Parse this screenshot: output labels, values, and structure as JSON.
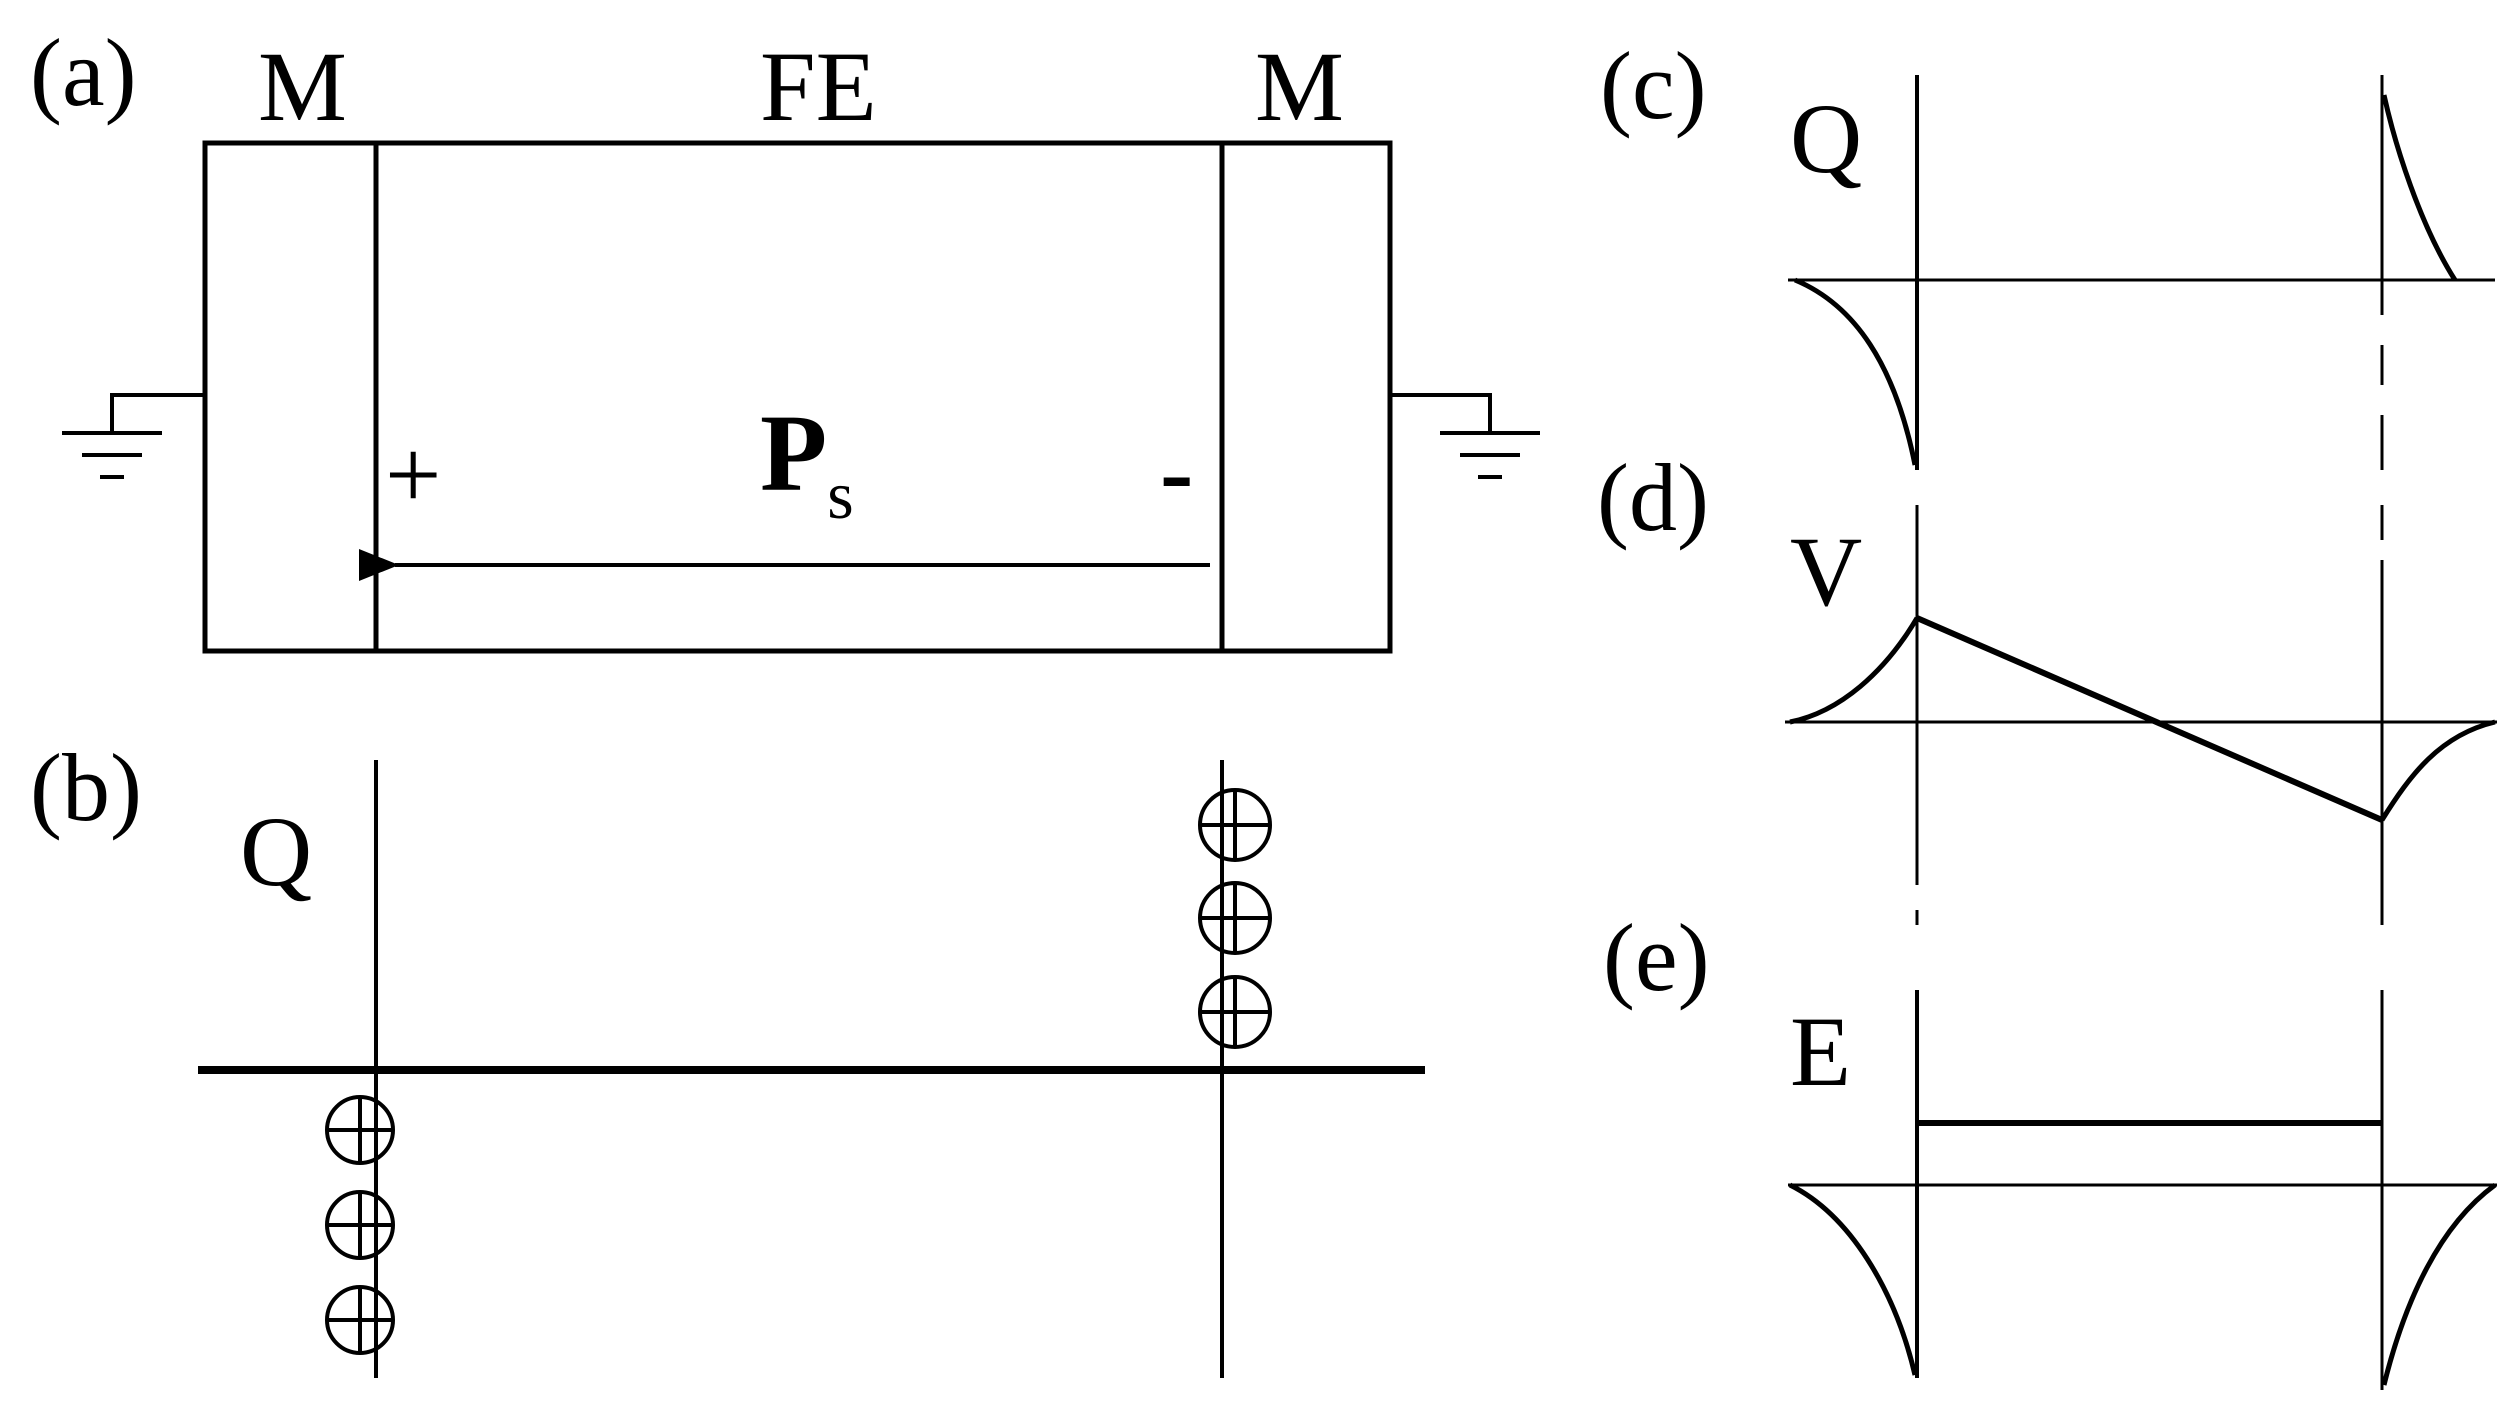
{
  "panel_a": {
    "label": "(a)",
    "left_metal": "M",
    "ferroelectric": "FE",
    "right_metal": "M",
    "plus_sign": "+",
    "minus_sign": "-",
    "polarization": "P",
    "polarization_subscript": "s"
  },
  "panel_b": {
    "label": "(b)",
    "axis_label": "Q"
  },
  "panel_c": {
    "label": "(c)",
    "axis_label": "Q"
  },
  "panel_d": {
    "label": "(d)",
    "axis_label": "V"
  },
  "panel_e": {
    "label": "(e)",
    "axis_label": "E"
  }
}
